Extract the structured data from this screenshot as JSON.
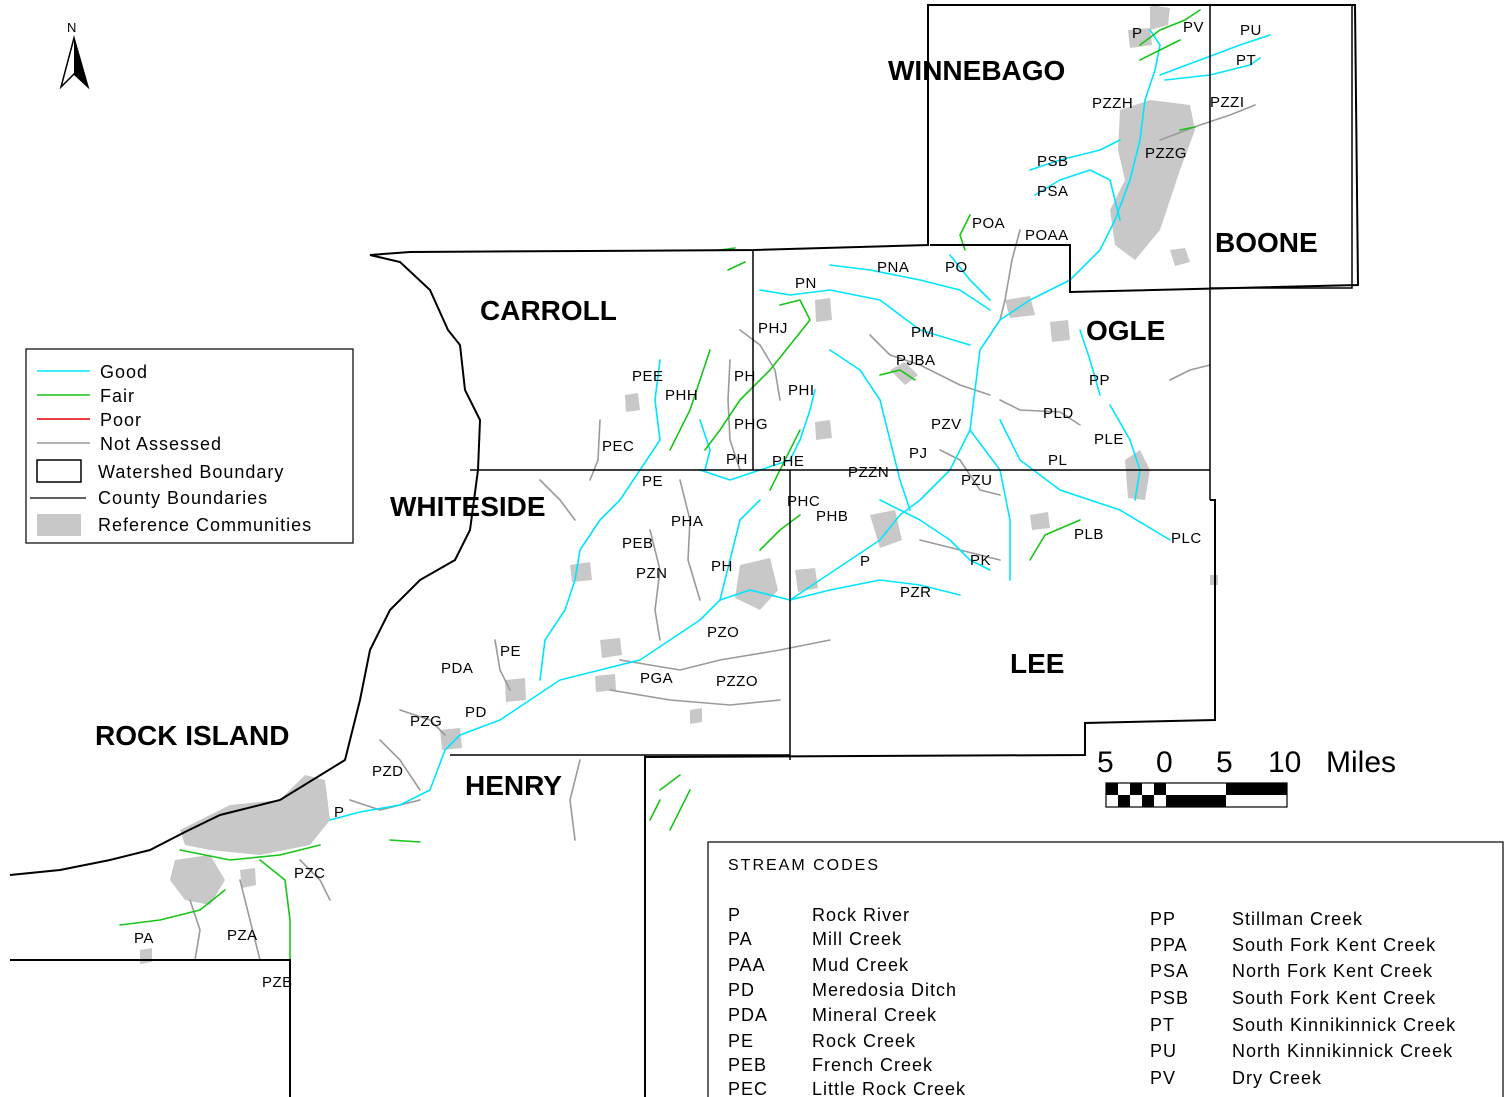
{
  "colors": {
    "good": "#00e5ff",
    "fair": "#18c418",
    "poor": "#e00000",
    "not_assessed": "#9a9a9a",
    "reference": "#c8c8c8"
  },
  "north_arrow": {
    "label": "N"
  },
  "counties": [
    {
      "id": "winnebago",
      "label": "WINNEBAGO"
    },
    {
      "id": "boone",
      "label": "BOONE"
    },
    {
      "id": "carroll",
      "label": "CARROLL"
    },
    {
      "id": "ogle",
      "label": "OGLE"
    },
    {
      "id": "whiteside",
      "label": "WHITESIDE"
    },
    {
      "id": "lee",
      "label": "LEE"
    },
    {
      "id": "rock-island",
      "label": "ROCK ISLAND"
    },
    {
      "id": "henry",
      "label": "HENRY"
    }
  ],
  "stream_labels": [
    "P",
    "PV",
    "PU",
    "PT",
    "PZZH",
    "PZZI",
    "PZZG",
    "PSB",
    "PSA",
    "POA",
    "POAA",
    "PNA",
    "PO",
    "PN",
    "PM",
    "PHJ",
    "PJBA",
    "PEE",
    "PHH",
    "PH",
    "PHI",
    "PP",
    "PHG",
    "PZV",
    "PLD",
    "PLE",
    "PEC",
    "PH",
    "PHE",
    "PJ",
    "PL",
    "PZZN",
    "PE",
    "PZU",
    "PHC",
    "PHB",
    "PHA",
    "PEB",
    "PLB",
    "PLC",
    "PK",
    "P",
    "PZN",
    "PH",
    "PZR",
    "PZO",
    "PE",
    "PDA",
    "PGA",
    "PZZO",
    "PD",
    "PZG",
    "PZD",
    "P",
    "PZC",
    "PA",
    "PZA",
    "PZB"
  ],
  "legend": {
    "items": [
      {
        "label": "Good"
      },
      {
        "label": "Fair"
      },
      {
        "label": "Poor"
      },
      {
        "label": "Not Assessed"
      },
      {
        "label": "Watershed Boundary"
      },
      {
        "label": "County Boundaries"
      },
      {
        "label": "Reference Communities"
      }
    ]
  },
  "scale": {
    "ticks": [
      "5",
      "0",
      "5",
      "10"
    ],
    "unit": "Miles"
  },
  "stream_codes": {
    "title": "STREAM CODES",
    "left": [
      {
        "code": "P",
        "name": "Rock River"
      },
      {
        "code": "PA",
        "name": "Mill Creek"
      },
      {
        "code": "PAA",
        "name": "Mud Creek"
      },
      {
        "code": "PD",
        "name": "Meredosia Ditch"
      },
      {
        "code": "PDA",
        "name": "Mineral Creek"
      },
      {
        "code": "PE",
        "name": "Rock Creek"
      },
      {
        "code": "PEB",
        "name": "French Creek"
      },
      {
        "code": "PEC",
        "name": "Little Rock Creek"
      }
    ],
    "right": [
      {
        "code": "PP",
        "name": "Stillman Creek"
      },
      {
        "code": "PPA",
        "name": "South Fork Kent Creek"
      },
      {
        "code": "PSA",
        "name": "North Fork Kent Creek"
      },
      {
        "code": "PSB",
        "name": "South Fork Kent Creek"
      },
      {
        "code": "PT",
        "name": "South Kinnikinnick Creek"
      },
      {
        "code": "PU",
        "name": "North Kinnikinnick Creek"
      },
      {
        "code": "PV",
        "name": "Dry Creek"
      }
    ]
  }
}
